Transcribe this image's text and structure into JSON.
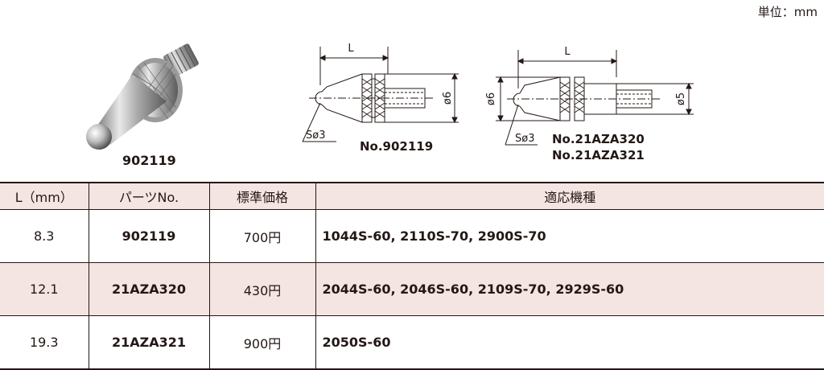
{
  "unit_label": "単位：mm",
  "photo": {
    "caption": "902119"
  },
  "drawing1": {
    "label_L": "L",
    "label_sphere": "Sø3",
    "label_dia": "ø6",
    "caption": "No.902119"
  },
  "drawing2": {
    "label_L": "L",
    "label_sphere": "Sø3",
    "label_dia_left": "ø6",
    "label_dia_right": "ø5",
    "caption_line1": "No.21AZA320",
    "caption_line2": "No.21AZA321"
  },
  "table": {
    "headers": [
      "L（mm）",
      "パーツNo.",
      "標準価格",
      "適応機種"
    ],
    "rows": [
      {
        "length": "8.3",
        "part_no": "902119",
        "price": "700円",
        "models": "1044S-60, 2110S-70, 2900S-70"
      },
      {
        "length": "12.1",
        "part_no": "21AZA320",
        "price": "430円",
        "models": "2044S-60, 2046S-60, 2109S-70, 2929S-60"
      },
      {
        "length": "19.3",
        "part_no": "21AZA321",
        "price": "900円",
        "models": "2050S-60"
      }
    ]
  }
}
